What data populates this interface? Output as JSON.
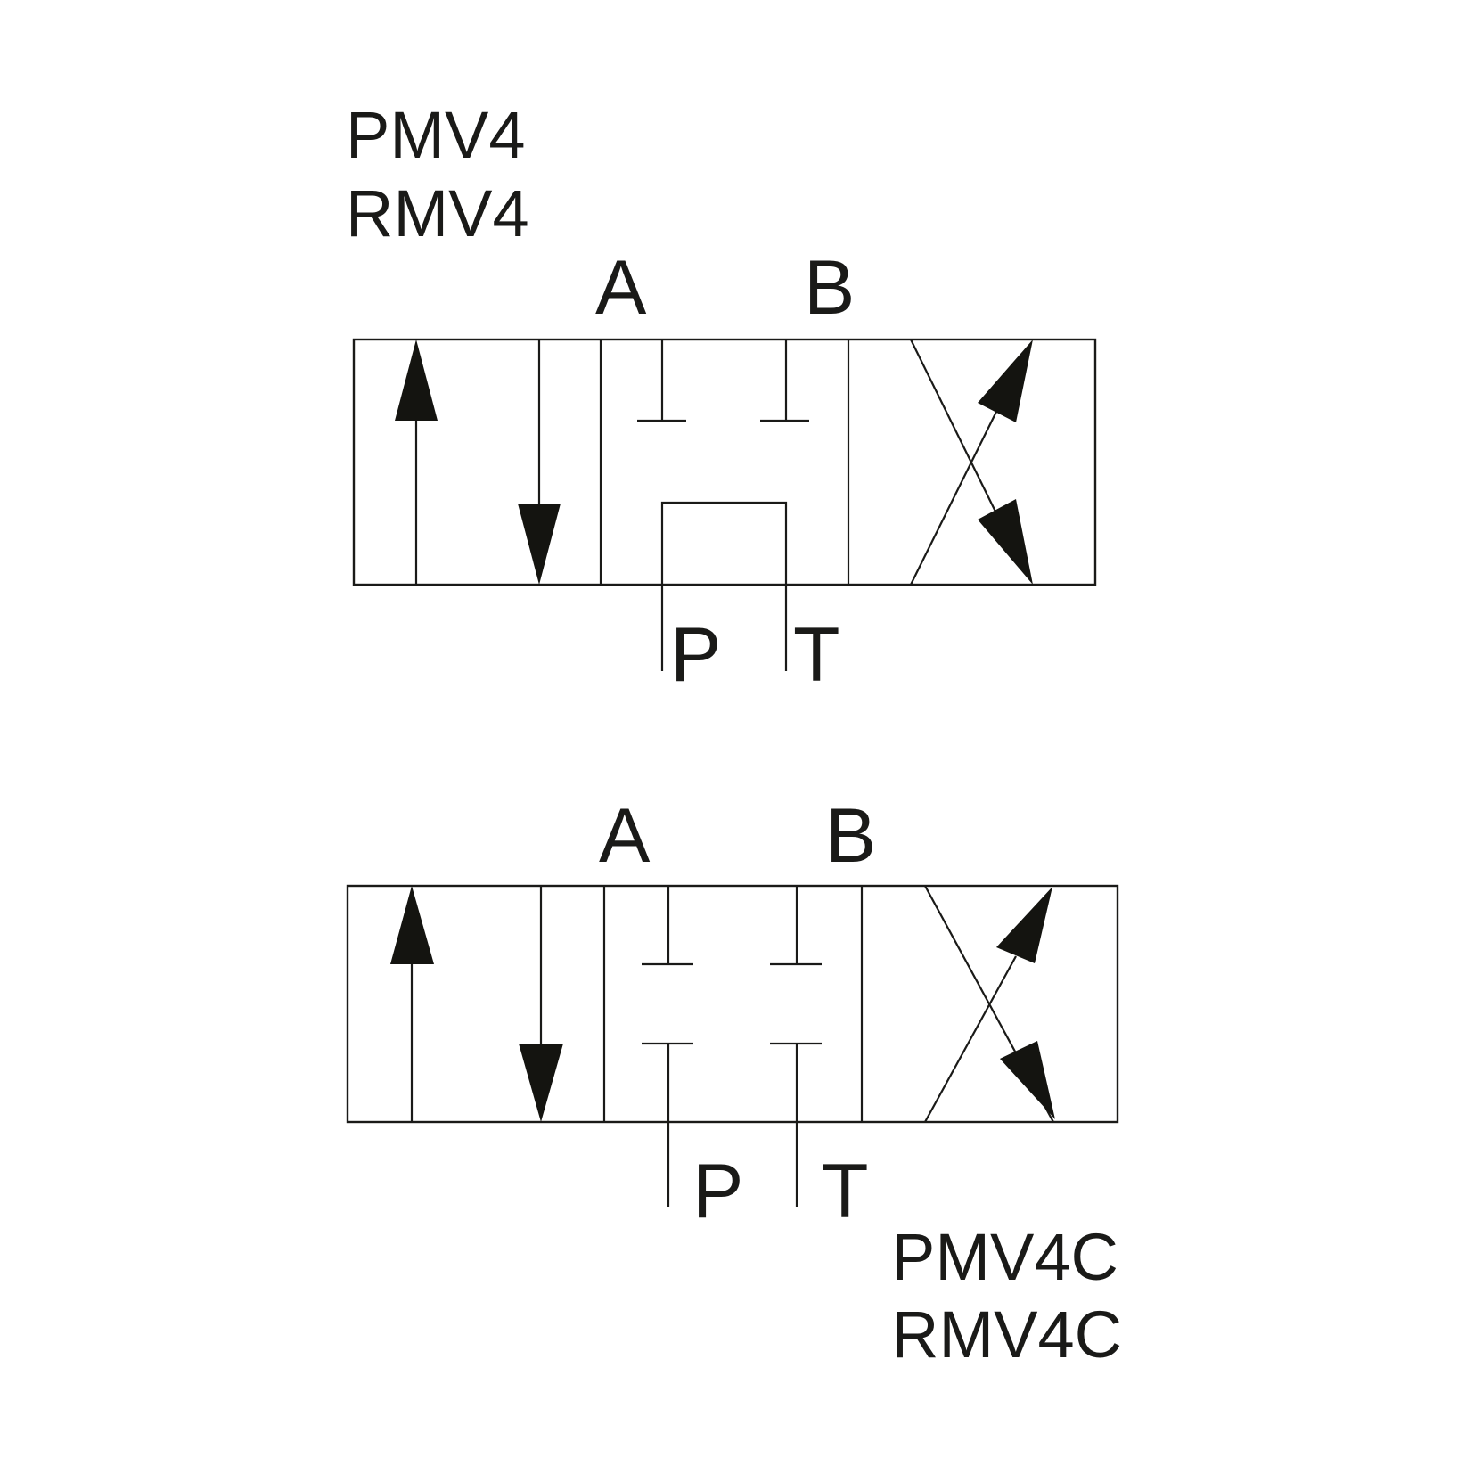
{
  "diagram": {
    "title": "4/3 directional valve hydraulic symbols",
    "colors": {
      "ink": "#1a1a18",
      "background": "#ffffff"
    },
    "symbols": [
      {
        "id": "top",
        "model_labels": [
          "PMV4",
          "RMV4"
        ],
        "ports": {
          "A": "A",
          "B": "B",
          "P": "P",
          "T": "T"
        },
        "positions": [
          {
            "name": "parallel",
            "description": "P to A (up arrow), B to T (down arrow)"
          },
          {
            "name": "center",
            "description": "A and B blocked, P connected to T (open center / tandem)"
          },
          {
            "name": "crossed",
            "description": "P to B, A to T (crossed arrows)"
          }
        ]
      },
      {
        "id": "bottom",
        "model_labels": [
          "PMV4C",
          "RMV4C"
        ],
        "ports": {
          "A": "A",
          "B": "B",
          "P": "P",
          "T": "T"
        },
        "positions": [
          {
            "name": "parallel",
            "description": "P to A (up arrow), B to T (down arrow)"
          },
          {
            "name": "center",
            "description": "all ports blocked (closed center)"
          },
          {
            "name": "crossed",
            "description": "P to B, A to T (crossed arrows)"
          }
        ]
      }
    ]
  }
}
